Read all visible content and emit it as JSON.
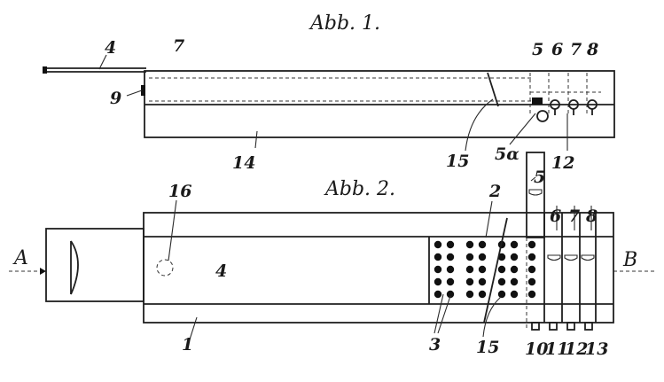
{
  "figure1": {
    "caption": "Abb. 1.",
    "labels": {
      "l4": "4",
      "l7": "7",
      "l9": "9",
      "l14": "14",
      "l15": "15",
      "l5a": "5α",
      "l12": "12",
      "l5": "5",
      "l6": "6",
      "l7b": "7",
      "l8": "8"
    }
  },
  "figure2": {
    "caption": "Abb. 2.",
    "labels": {
      "l16": "16",
      "l4": "4",
      "lA": "A",
      "lB": "B",
      "l2": "2",
      "l5": "5",
      "l6": "6",
      "l7": "7",
      "l8": "8",
      "l1": "1",
      "l3": "3",
      "l15": "15",
      "l10": "10",
      "l11": "11",
      "l12": "12",
      "l13": "13"
    }
  },
  "colors": {
    "ink": "#1f1f1f",
    "paper": "#ffffff"
  }
}
